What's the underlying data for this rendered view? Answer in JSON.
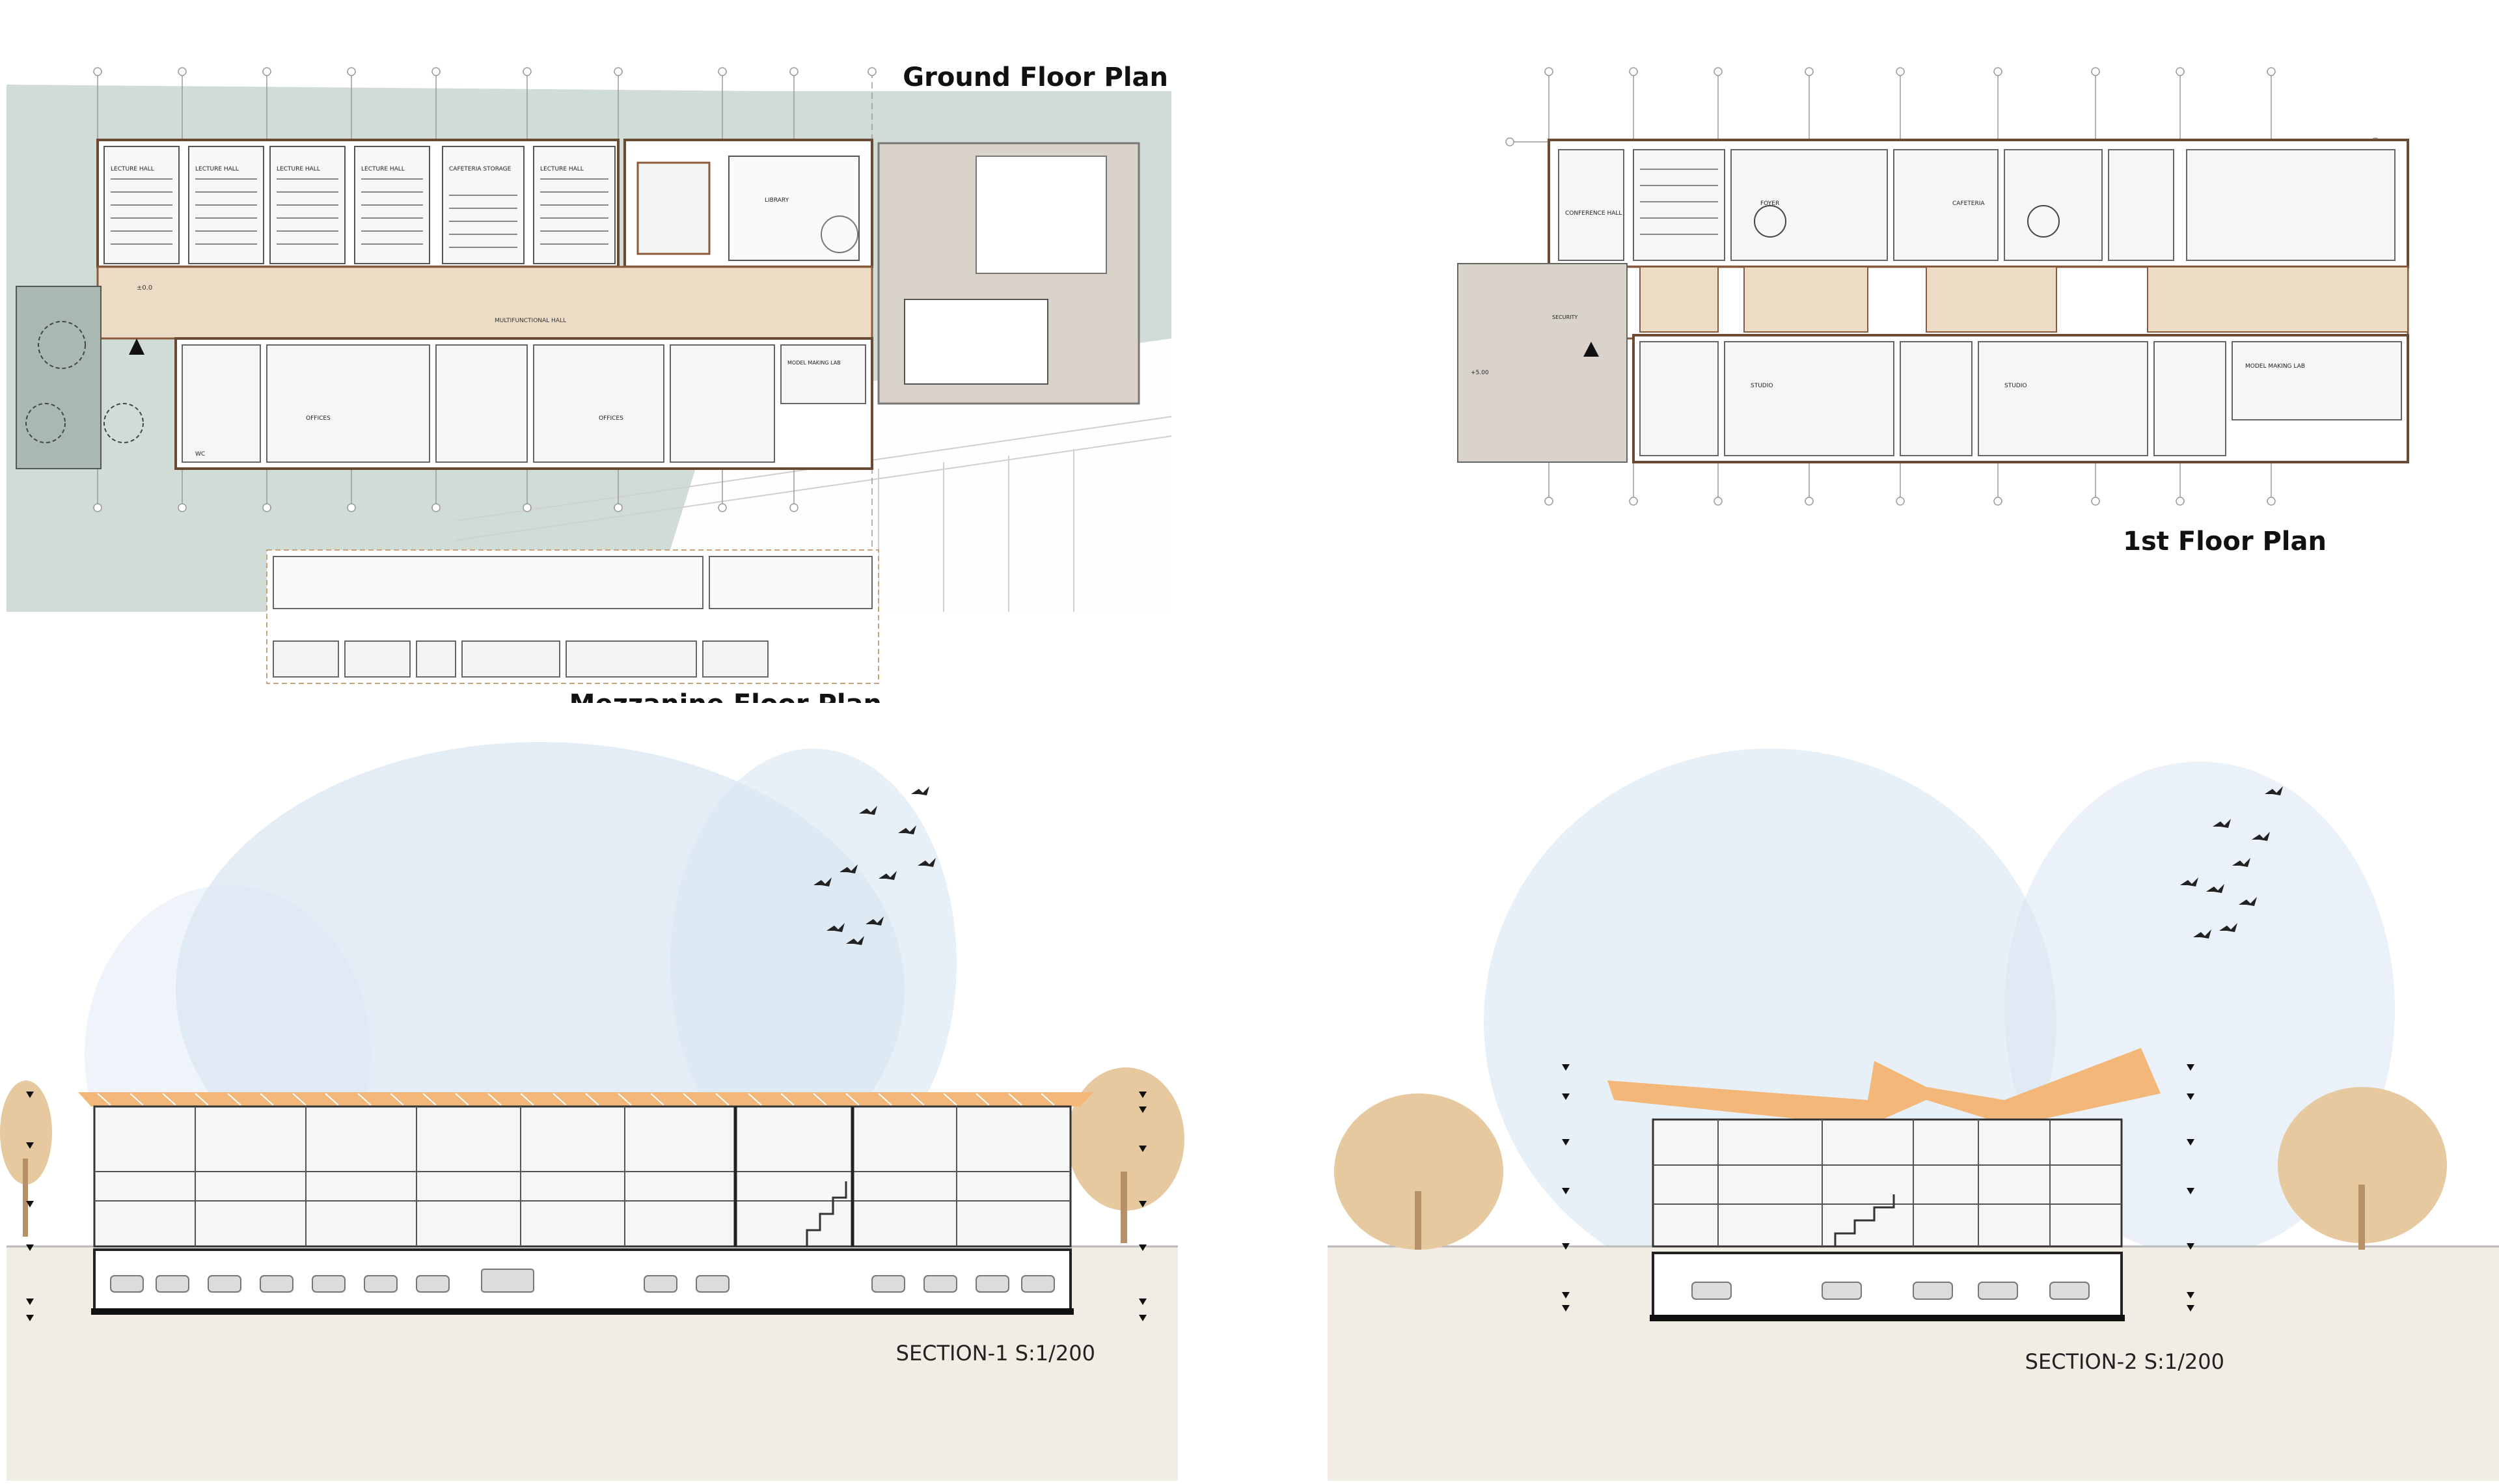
{
  "titles": {
    "ground": "Ground Floor Plan",
    "first": "1st Floor Plan",
    "mezzanine": "Mezzanine Floor Plan"
  },
  "sections": {
    "one": "SECTION-1 S:1/200",
    "two": "SECTION-2 S:1/200"
  },
  "ground_rooms": {
    "lecture_1": "LECTURE HALL",
    "lecture_2": "LECTURE HALL",
    "lecture_3": "LECTURE HALL",
    "lecture_4": "LECTURE HALL",
    "cafeteria": "CAFETERIA STORAGE",
    "lecture_5": "LECTURE HALL",
    "library": "LIBRARY",
    "multipurpose": "MULTIFUNCTIONAL HALL",
    "offices_1": "OFFICES",
    "offices_2": "OFFICES",
    "model_lab": "MODEL MAKING LAB",
    "wc": "WC"
  },
  "first_rooms": {
    "conference": "CONFERENCE HALL",
    "foyer": "FOYER",
    "cafeteria": "CAFETERIA",
    "studio_1": "STUDIO",
    "studio_2": "STUDIO",
    "model_lab": "MODEL MAKING LAB",
    "security": "SECURITY"
  },
  "levels": {
    "plus_5": "+5.00",
    "plus_0": "±0.0"
  },
  "colors": {
    "site_green": "#c9d6cf",
    "wood": "#ecdcc6",
    "roof_orange": "#f3b77a",
    "wall_brown": "#8a5a3a",
    "sky_blue": "#d9e6f2",
    "tree": "#e7c9a0",
    "ground": "#f1ece4"
  }
}
